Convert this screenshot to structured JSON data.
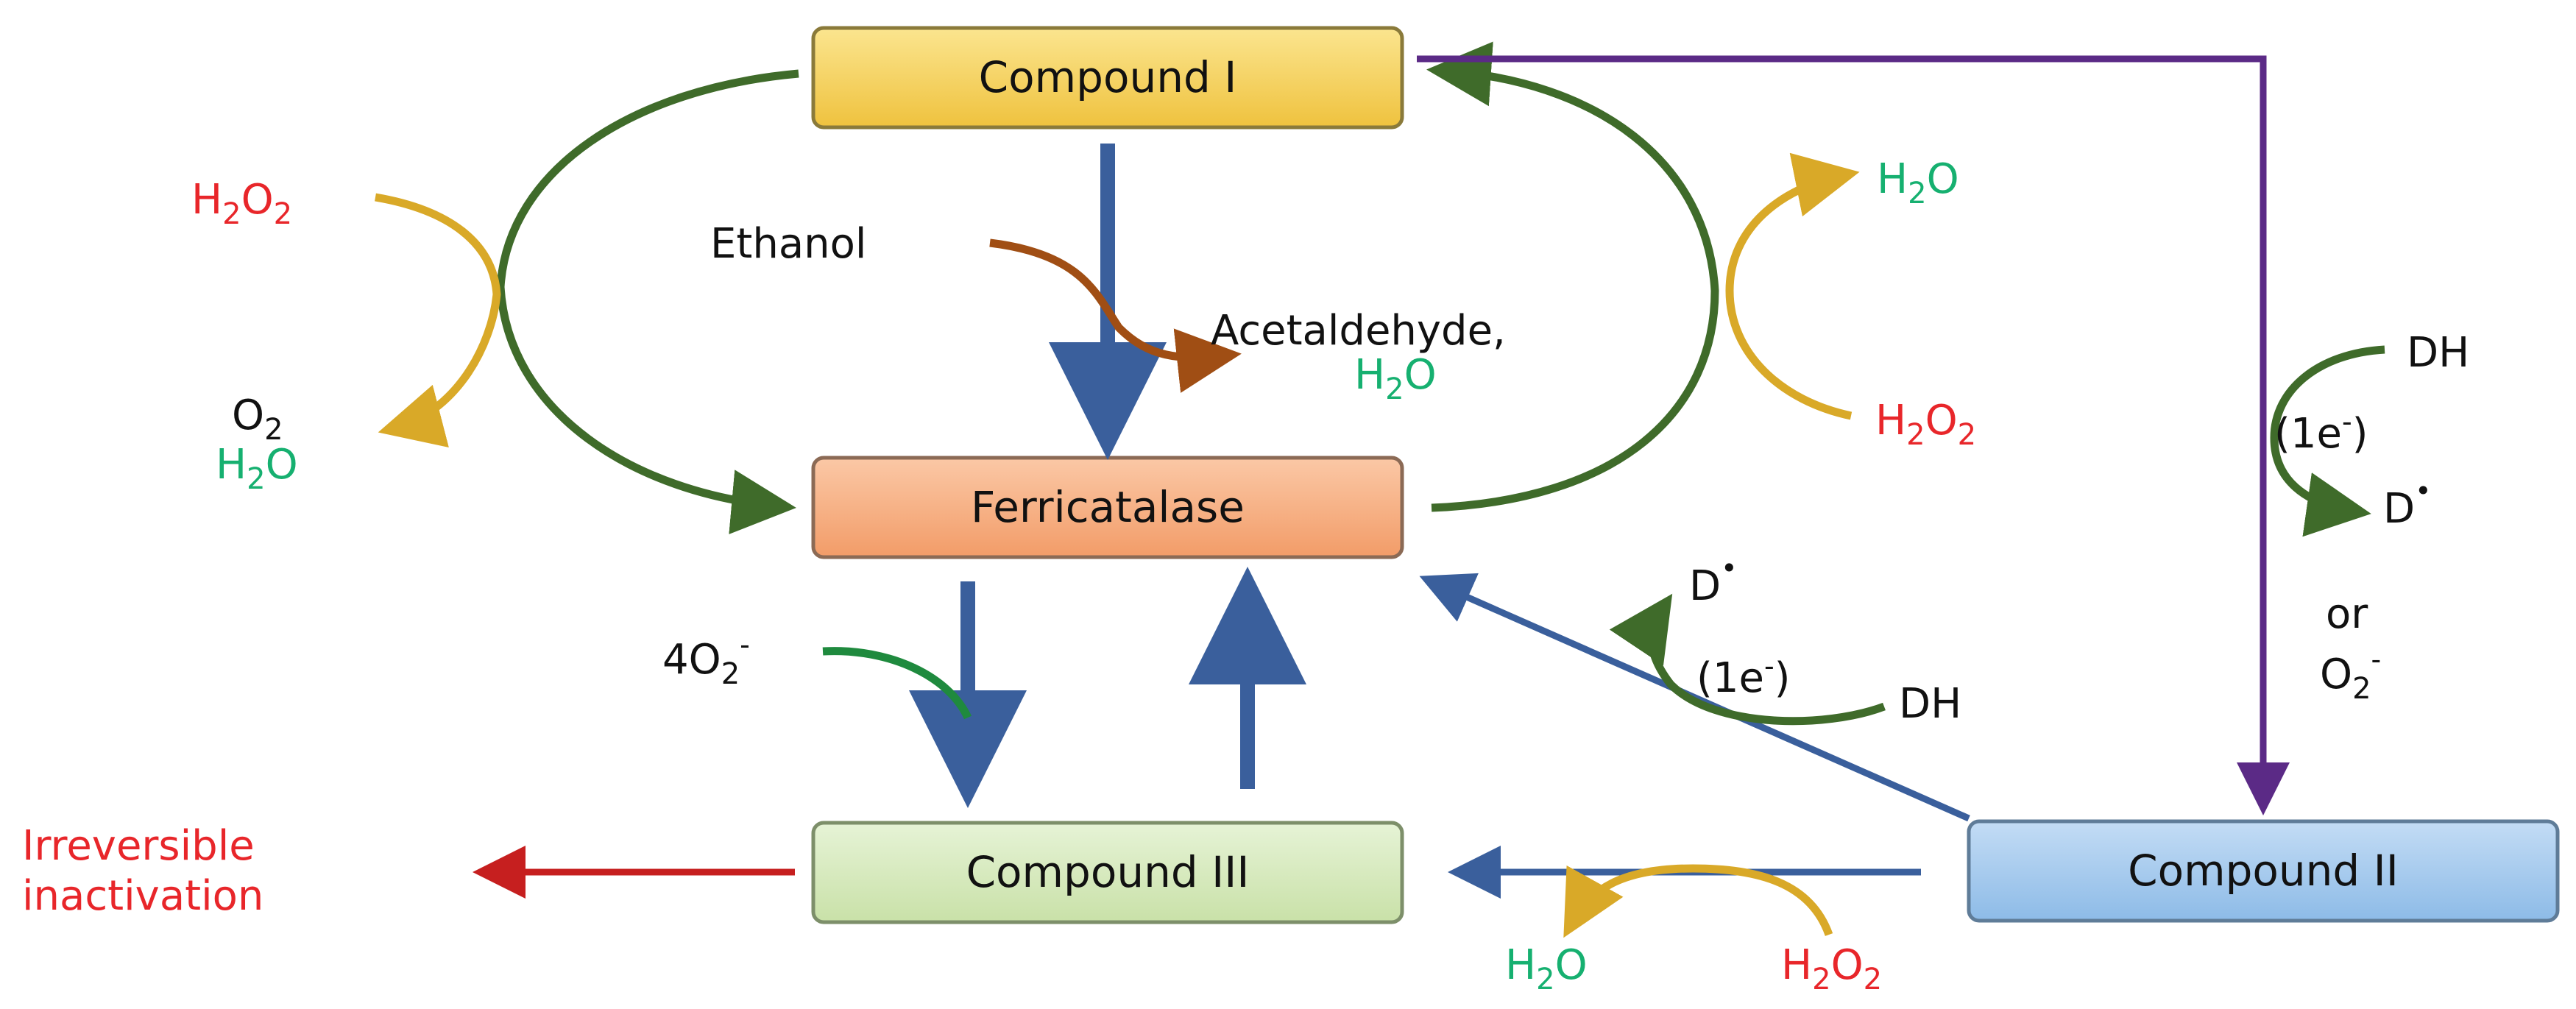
{
  "colors": {
    "compound1_fill": "#f8d96b",
    "ferricatalase_fill": "#f7b48c",
    "compound3_fill": "#d9ecc2",
    "compound2_fill": "#a9cdef",
    "blue_arrow": "#3a5f9c",
    "purple_arrow": "#5b2a86",
    "dark_green_arrow": "#3f6b2a",
    "gold_arrow": "#d9a928",
    "brown_arrow": "#a04e14",
    "red_arrow": "#c61f1f",
    "h2o2_text": "#e8262a",
    "h2o_text": "#16b070",
    "black_text": "#111111"
  },
  "boxes": {
    "compound1": "Compound I",
    "ferricatalase": "Ferricatalase",
    "compound3": "Compound III",
    "compound2": "Compound II"
  },
  "labels": {
    "h2o2_left": {
      "a": "H",
      "b": "2",
      "c": "O",
      "d": "2"
    },
    "o2_left": {
      "a": "O",
      "b": "2"
    },
    "h2o_left": {
      "a": "H",
      "b": "2",
      "c": "O"
    },
    "ethanol": "Ethanol",
    "acetaldehyde": "Acetaldehyde,",
    "h2o_acetaldehyde": {
      "a": "H",
      "b": "2",
      "c": "O"
    },
    "h2o_top_right": {
      "a": "H",
      "b": "2",
      "c": "O"
    },
    "h2o2_right": {
      "a": "H",
      "b": "2",
      "c": "O",
      "d": "2"
    },
    "dh_top": "DH",
    "one_e_top": {
      "a": "(1e",
      "b": "-",
      "c": ")"
    },
    "d_radical_top": {
      "a": "D",
      "b": "•"
    },
    "or_label": "or",
    "o2_minus_right": {
      "a": "O",
      "b": "2",
      "c": "-"
    },
    "d_radical_mid": {
      "a": "D",
      "b": "•"
    },
    "one_e_mid": {
      "a": "(1e",
      "b": "-",
      "c": ")"
    },
    "dh_mid": "DH",
    "four_o2_minus": {
      "a": "4O",
      "b": "2",
      "c": "-"
    },
    "irreversible_line1": "Irreversible",
    "irreversible_line2": "inactivation",
    "h2o_bottom": {
      "a": "H",
      "b": "2",
      "c": "O"
    },
    "h2o2_bottom": {
      "a": "H",
      "b": "2",
      "c": "O",
      "d": "2"
    }
  }
}
